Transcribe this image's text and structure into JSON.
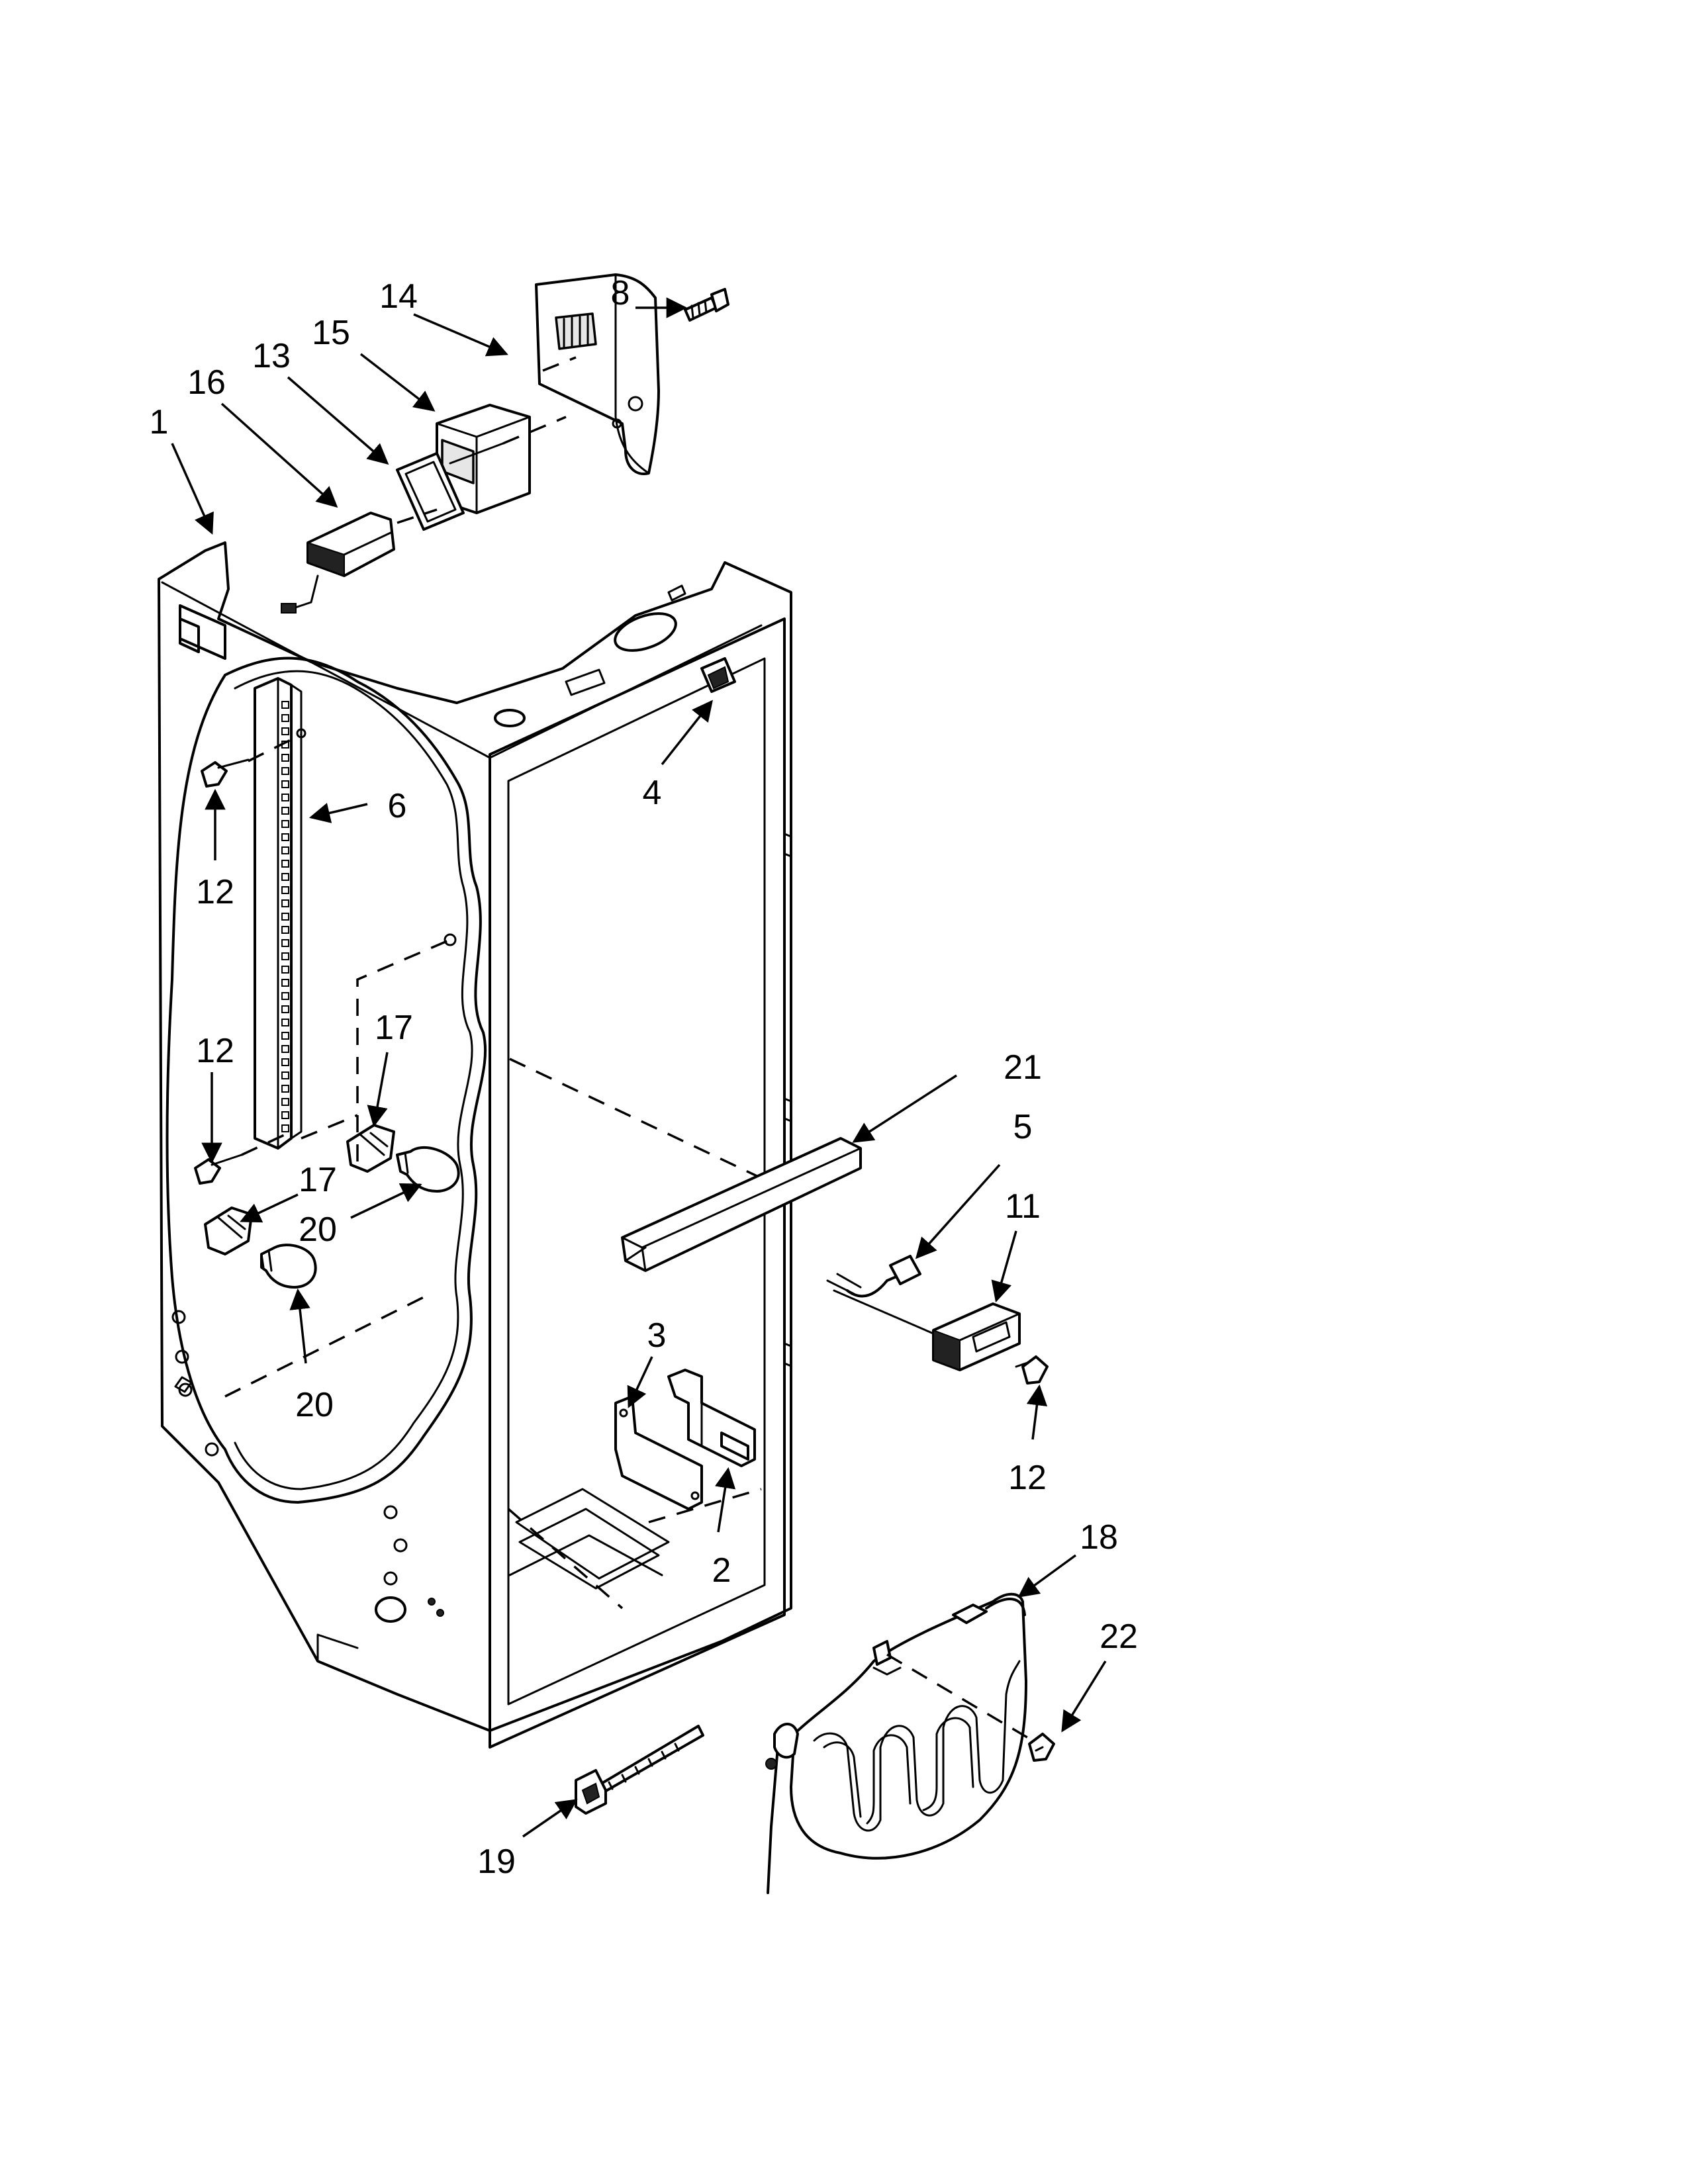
{
  "callouts": [
    "1",
    "16",
    "13",
    "15",
    "14",
    "8",
    "4",
    "6",
    "12",
    "12",
    "17",
    "17",
    "20",
    "20",
    "21",
    "5",
    "11",
    "3",
    "12",
    "2",
    "18",
    "22",
    "19"
  ]
}
